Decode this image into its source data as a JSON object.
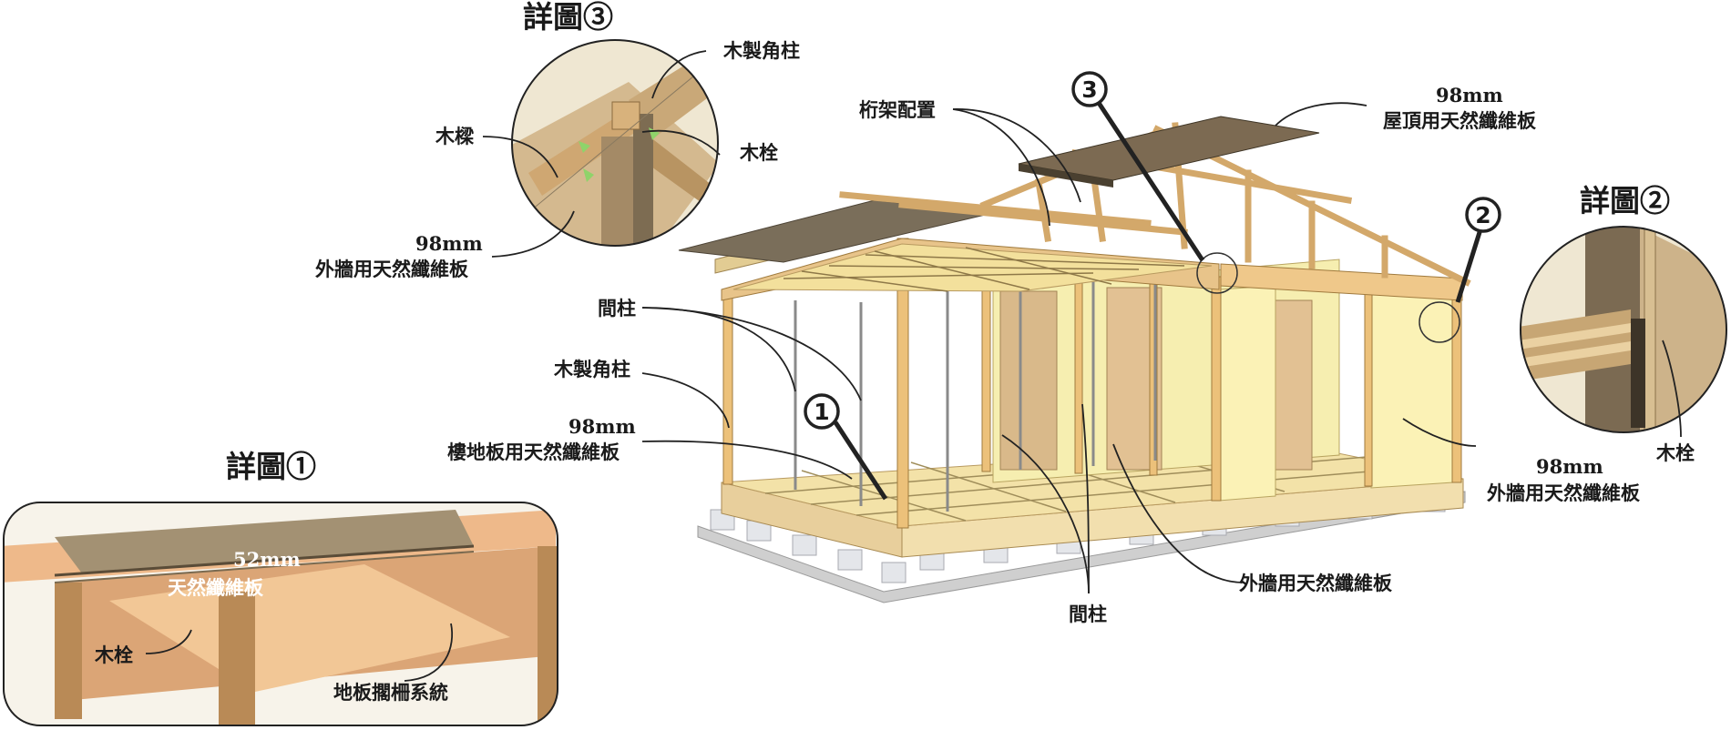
{
  "titles": {
    "detail1": "詳圖①",
    "detail2": "詳圖②",
    "detail3": "詳圖③"
  },
  "markers": {
    "m1": "1",
    "m2": "2",
    "m3": "3"
  },
  "labels": {
    "truss": "桁架配置",
    "roof_thickness": "98mm",
    "roof_board": "屋頂用天然纖維板",
    "d3_corner_post": "木製角柱",
    "d3_beam": "木樑",
    "d3_dowel": "木栓",
    "d3_wall_thickness": "98mm",
    "d3_wall_board": "外牆用天然纖維板",
    "stud": "間柱",
    "corner_post": "木製角柱",
    "floor_thickness": "98mm",
    "floor_board": "樓地板用天然纖維板",
    "stud_bottom": "間柱",
    "ext_wall_bottom": "外牆用天然纖維板",
    "d2_dowel": "木栓",
    "d2_wall_thickness": "98mm",
    "d2_wall_board": "外牆用天然纖維板",
    "d1_thickness": "52mm",
    "d1_board": "天然纖維板",
    "d1_dowel": "木栓",
    "d1_joist": "地板擱柵系統"
  }
}
